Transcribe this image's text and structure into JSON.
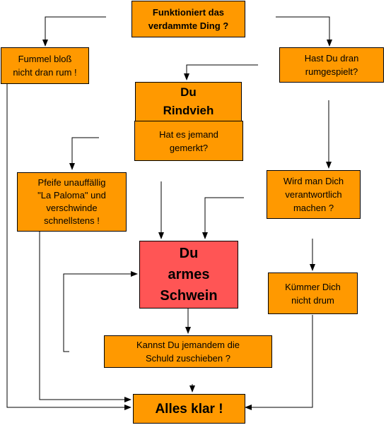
{
  "nodes": {
    "start": "Funktioniert das\nverdammte Ding ?",
    "fummel": "Fummel bloß\nnicht dran rum !",
    "hast_du": "Hast Du dran\nrumgespielt?",
    "rindvieh": "Du\nRindvieh",
    "gemerkt": "Hat es jemand\ngemerkt?",
    "pfeife": "Pfeife unauffällig\n\"La Paloma\" und\nverschwinde\nschnellstens !",
    "verantwortlich": "Wird man Dich\nverantwortlich\nmachen ?",
    "schwein": "Du\narmes\nSchwein",
    "kuemmer": "Kümmer Dich\nnicht drum",
    "schuld": "Kannst Du jemandem die\nSchuld zuschieben ?",
    "alles_klar": "Alles klar !"
  },
  "colors": {
    "box": "#ff9900",
    "alarm": "#ff5555",
    "line": "#000000"
  }
}
